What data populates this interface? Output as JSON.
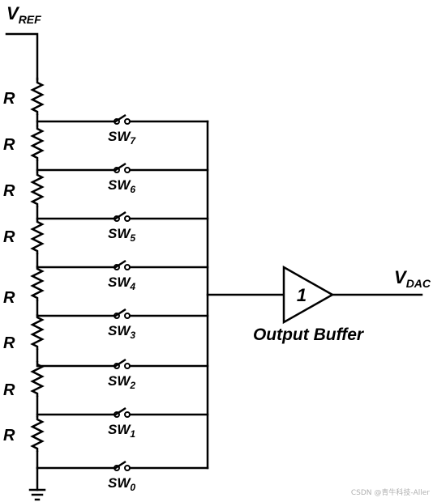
{
  "vref_label": {
    "main": "V",
    "sub": "REF"
  },
  "vdac_label": {
    "main": "V",
    "sub": "DAC"
  },
  "resistor_label": "R",
  "resistor_count": 8,
  "switches": [
    {
      "main": "SW",
      "sub": "7"
    },
    {
      "main": "SW",
      "sub": "6"
    },
    {
      "main": "SW",
      "sub": "5"
    },
    {
      "main": "SW",
      "sub": "4"
    },
    {
      "main": "SW",
      "sub": "3"
    },
    {
      "main": "SW",
      "sub": "2"
    },
    {
      "main": "SW",
      "sub": "1"
    },
    {
      "main": "SW",
      "sub": "0"
    }
  ],
  "buffer_gain": "1",
  "buffer_label": "Output Buffer",
  "watermark": "CSDN @青牛科技-Aller"
}
